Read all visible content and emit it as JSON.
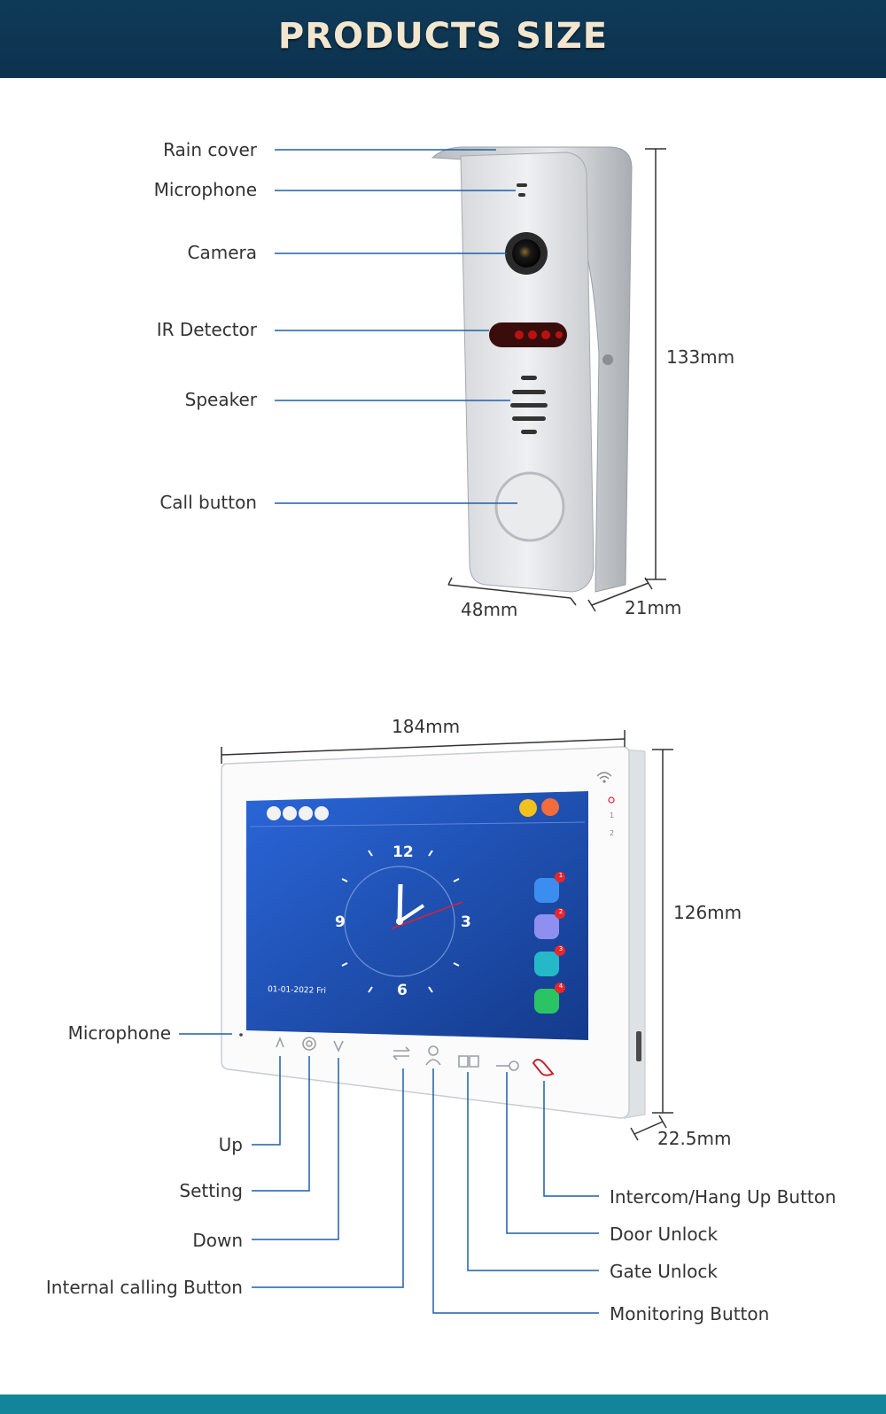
{
  "banner": {
    "title": "PRODUCTS SIZE"
  },
  "doorbell": {
    "labels": [
      "Rain cover",
      "Microphone",
      "Camera",
      "IR Detector",
      "Speaker",
      "Call button"
    ],
    "height": "133mm",
    "width": "48mm",
    "depth": "21mm"
  },
  "monitor": {
    "width": "184mm",
    "height": "126mm",
    "depth": "22.5mm",
    "screen_date": "01-01-2022 Fri",
    "left_labels": {
      "microphone": "Microphone",
      "up": "Up",
      "setting": "Setting",
      "down": "Down",
      "internal": "Internal calling Button"
    },
    "right_labels": {
      "intercom": "Intercom/Hang Up Button",
      "door": "Door Unlock",
      "gate": "Gate Unlock",
      "monitoring": "Monitoring Button"
    },
    "clock_numbers": [
      "12",
      "3",
      "6",
      "9"
    ],
    "badges": [
      "1",
      "2",
      "3",
      "4"
    ],
    "indicator_numbers": [
      "1",
      "2"
    ]
  },
  "colors": {
    "banner": "#0f3a57",
    "leader_line": "#1f5fa8",
    "footer": "#13859a",
    "screen": "#1e4fb0"
  }
}
